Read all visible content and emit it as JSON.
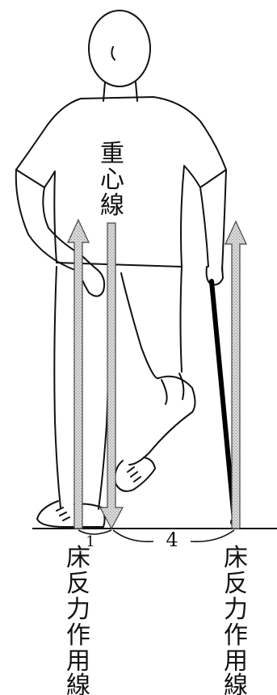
{
  "labels": {
    "gravity_line": [
      "重",
      "心",
      "線"
    ],
    "left_reaction_line": [
      "床",
      "反",
      "力",
      "作",
      "用",
      "線"
    ],
    "right_reaction_line": [
      "床",
      "反",
      "力",
      "作",
      "用",
      "線"
    ],
    "ratio_left": "1",
    "ratio_right": "4"
  },
  "colors": {
    "ink": "#111111",
    "arrow_fill": "#bdbdbd",
    "arrow_stroke": "#555555",
    "cane": "#000000"
  }
}
